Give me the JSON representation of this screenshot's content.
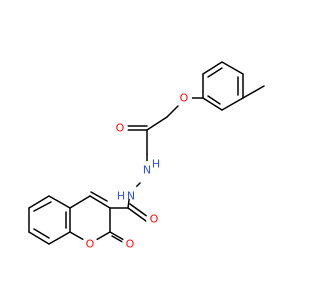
{
  "colors": {
    "background": "#ffffff",
    "bond": "#000000",
    "oxygen": "#ff0d0d",
    "nitrogen": "#3050f8"
  },
  "molecule": {
    "atoms": [
      {
        "id": "o_ether",
        "label": "O",
        "element": "oxygen"
      },
      {
        "id": "o_amide1",
        "label": "O",
        "element": "oxygen"
      },
      {
        "id": "n1",
        "label": "H",
        "element": "nitrogen"
      },
      {
        "id": "n1_n",
        "label": "N",
        "element": "nitrogen"
      },
      {
        "id": "n2",
        "label": "H",
        "element": "nitrogen"
      },
      {
        "id": "n2_n",
        "label": "N",
        "element": "nitrogen"
      },
      {
        "id": "o_amide2",
        "label": "O",
        "element": "oxygen"
      },
      {
        "id": "o_lactone_carbonyl",
        "label": "O",
        "element": "oxygen"
      },
      {
        "id": "o_ring",
        "label": "O",
        "element": "oxygen"
      }
    ]
  }
}
